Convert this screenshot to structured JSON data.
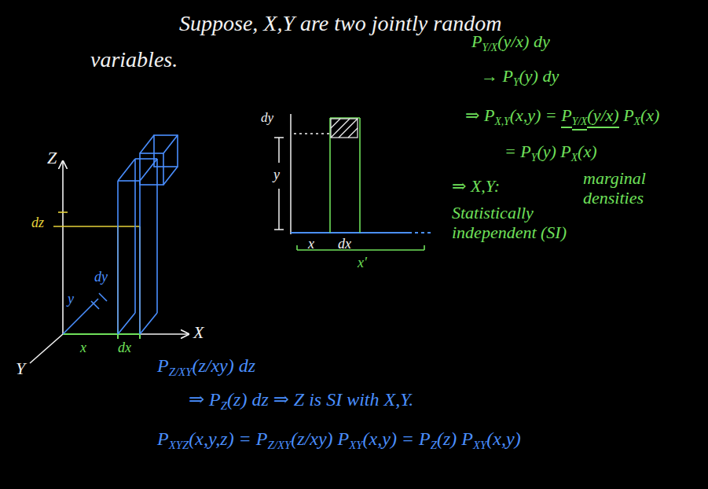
{
  "diagram": {
    "labels": [
      "Suppose, X,Y are two jointly random",
      "variables.",
      "Z",
      "X",
      "Y",
      "dz",
      "y",
      "dy",
      "x",
      "dx",
      "dy",
      "y",
      "x",
      "dx",
      "x'",
      "P",
      "Y/X",
      "(y/x) dy",
      "→ P",
      "Y",
      "(y) dy",
      "⇒ P",
      "X,Y",
      "(x,y) =",
      "P",
      "Y/X",
      "(y/x)",
      "P",
      "X",
      "(x)",
      "= P",
      "Y",
      "(y) P",
      "X",
      "(x)",
      "⇒ X,Y:",
      "Statistically independent (SI)",
      "marginal densities",
      "P",
      "Z/XY",
      "(z/xy) dz",
      "⇒ P",
      "Z",
      "(z) dz ⇒ Z is SI with X,Y.",
      "P",
      "XYZ",
      "(x,y,z) = P",
      "Z/XY",
      "(z/xy) P",
      "XY",
      "(x,y) = P",
      "Z",
      "(z) P",
      "XY",
      "(x,y)"
    ]
  }
}
